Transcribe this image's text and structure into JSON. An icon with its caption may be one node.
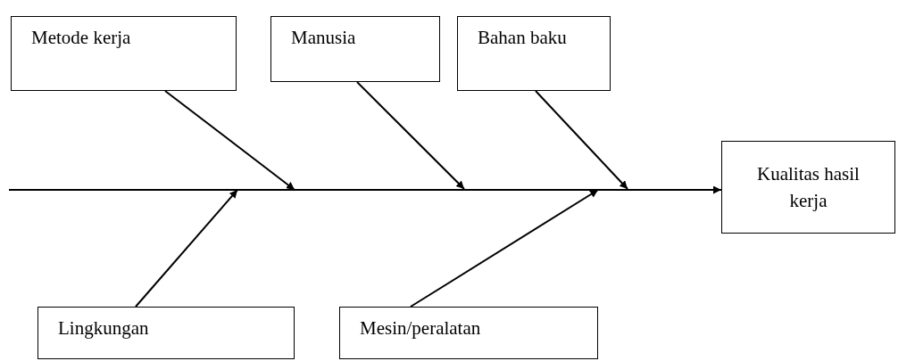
{
  "diagram": {
    "nodes": [
      {
        "text": [
          "Metode kerja"
        ]
      },
      {
        "text": [
          "Manusia"
        ]
      },
      {
        "text": [
          "Bahan baku"
        ]
      },
      {
        "text": [
          "Kualitas hasil kerja"
        ]
      },
      {
        "text": [
          "Lingkungan"
        ]
      },
      {
        "text": [
          "Mesin/peralatan"
        ]
      }
    ],
    "edges": [
      {
        "from": null,
        "to": 3,
        "arrow": "to"
      },
      {
        "from": 0,
        "to": null,
        "arrow": "to"
      },
      {
        "from": 1,
        "to": null,
        "arrow": "to"
      },
      {
        "from": 2,
        "to": null,
        "arrow": "to"
      },
      {
        "from": 4,
        "to": null,
        "arrow": "to"
      },
      {
        "from": 5,
        "to": null,
        "arrow": "to"
      }
    ]
  }
}
